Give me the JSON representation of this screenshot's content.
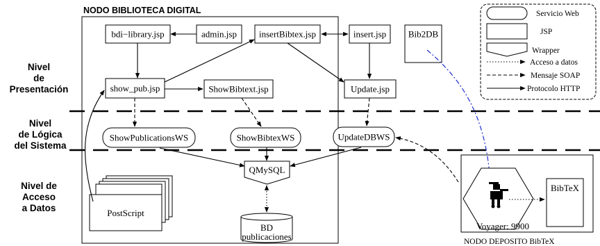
{
  "title": "NODO BIBLIOTECA DIGITAL",
  "levels": {
    "presentation": [
      "Nivel",
      "de",
      "Presentación"
    ],
    "logic": [
      "Nivel",
      "de Lógica",
      "del Sistema"
    ],
    "data": [
      "Nivel de",
      "Acceso",
      "a Datos"
    ]
  },
  "jsp": {
    "bdi_library": "bdi−library.jsp",
    "admin": "admin.jsp",
    "insert_bibtex": "insertBibtex.jsp",
    "insert": "insert.jsp",
    "bib2db": "Bib2DB",
    "show_pub": "show_pub.jsp",
    "show_bibtext": "ShowBibtext.jsp",
    "update": "Update.jsp"
  },
  "web_services": {
    "show_publications": "ShowPublicationsWS",
    "show_bibtex": "ShowBibtexWS",
    "update_db": "UpdateDBWS"
  },
  "wrapper": "QMySQL",
  "postscript": "PostScript",
  "database": [
    "BD",
    "publicaciones"
  ],
  "deposit": {
    "name": "NODO DEPOSITO BibTeX",
    "agent": "Voyager: 9900",
    "bibtex": "BibTeX"
  },
  "legend": {
    "web_service": "Servicio Web",
    "jsp": "JSP",
    "wrapper": "Wrapper",
    "data_access": "Acceso a datos",
    "soap": "Mensaje SOAP",
    "http": "Protocolo HTTP"
  },
  "colors": {
    "line": "#000000",
    "agent_link": "#1f2fd0",
    "background": "#ffffff"
  },
  "icons": {
    "agent": "robot-agent-icon"
  }
}
